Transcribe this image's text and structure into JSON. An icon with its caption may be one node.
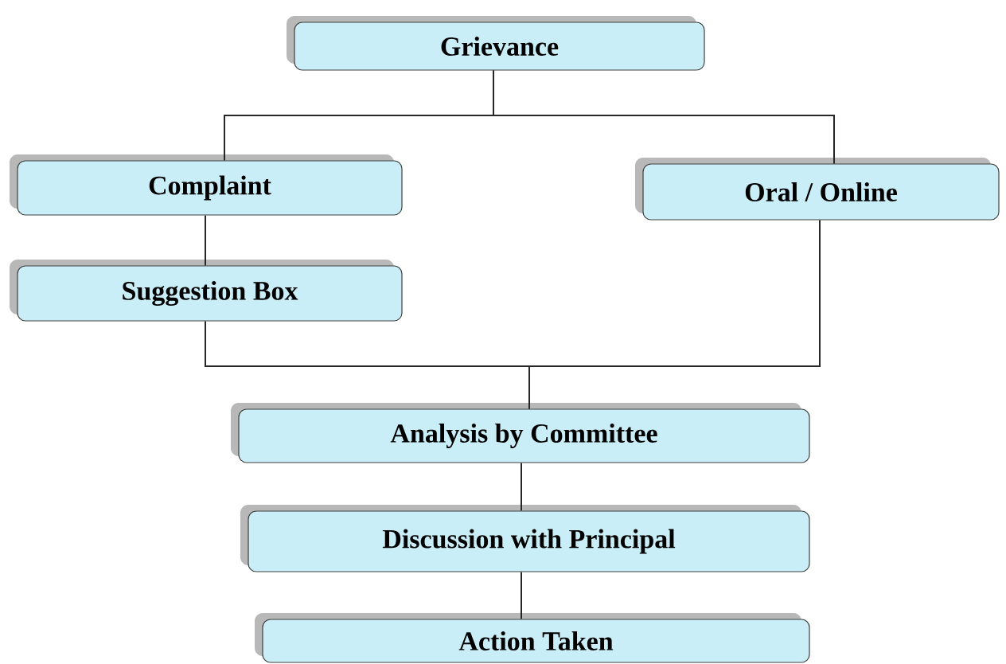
{
  "diagram": {
    "nodes": [
      {
        "text": [
          "Grievance"
        ]
      },
      {
        "text": [
          "Complaint"
        ]
      },
      {
        "text": [
          "Oral / Online"
        ]
      },
      {
        "text": [
          "Suggestion Box"
        ]
      },
      {
        "text": [
          "Analysis by Committee"
        ]
      },
      {
        "text": [
          "Discussion with Principal"
        ]
      },
      {
        "text": [
          "Action Taken"
        ]
      }
    ],
    "edges": [
      {
        "from": 0,
        "to": 1,
        "arrow": "none"
      },
      {
        "from": 0,
        "to": 2,
        "arrow": "none"
      },
      {
        "from": 1,
        "to": 3,
        "arrow": "none"
      },
      {
        "from": 3,
        "to": 4,
        "arrow": "none"
      },
      {
        "from": 2,
        "to": 4,
        "arrow": "none"
      },
      {
        "from": 4,
        "to": 5,
        "arrow": "none"
      },
      {
        "from": 5,
        "to": 6,
        "arrow": "none"
      }
    ]
  }
}
